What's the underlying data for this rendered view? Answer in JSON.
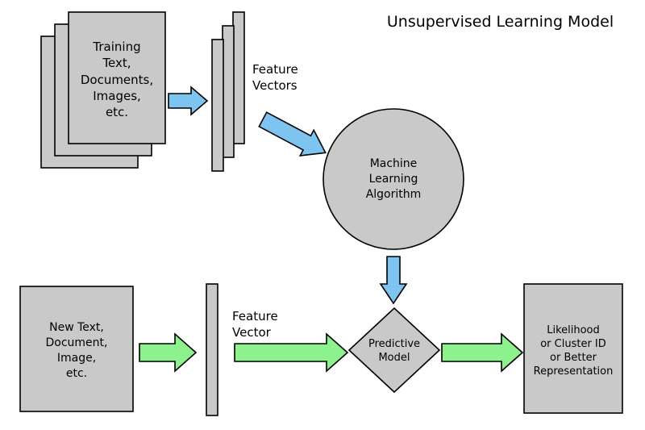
{
  "title": "Unsupervised Learning Model",
  "nodes": {
    "training_docs": {
      "label": "Training\nText,\nDocuments,\nImages,\netc."
    },
    "feature_vectors": {
      "label": "Feature\nVectors"
    },
    "ml_algorithm": {
      "label": "Machine\nLearning\nAlgorithm"
    },
    "new_input": {
      "label": "New Text,\nDocument,\nImage,\netc."
    },
    "feature_vector": {
      "label": "Feature\nVector"
    },
    "predictive_model": {
      "label": "Predictive\nModel"
    },
    "output": {
      "label": "Likelihood\nor Cluster ID\nor Better\nRepresentation"
    }
  },
  "colors": {
    "shape_fill": "#c9c9c9",
    "shape_stroke": "#000000",
    "training_arrow_fill": "#7ec4f0",
    "new_data_arrow_fill": "#8df28d",
    "background": "#ffffff"
  }
}
